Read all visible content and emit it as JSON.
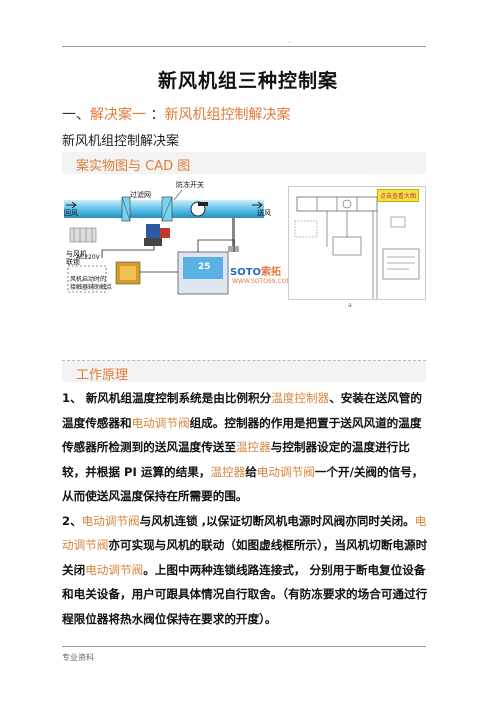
{
  "header": {
    "dot": "."
  },
  "title": "新风机组三种控制案",
  "section1": {
    "prefix": "一、",
    "accent": "解决案一",
    "sep": " ：",
    "rest": "新风机组控制解决案"
  },
  "subheading": "新风机组控制解决案",
  "bar1": "案实物图与 CAD 图",
  "figure": {
    "labels": {
      "filter": "过滤网",
      "antifreeze": "防冻开关",
      "return_air": "回风",
      "supply_air": "送风",
      "fan_link": "与风机联锁",
      "ac220": "AC220V",
      "fan_start": "风机启动时的",
      "contactor": "接触器辅助触点",
      "brand_cn": "索拓",
      "brand_en": "SOTO",
      "brand_url": "WWW.SOTO99.COM",
      "thermo_temp": "25",
      "zoom": "点击查看大图"
    },
    "note": "a"
  },
  "bar2": "工作原理",
  "paragraphs": [
    [
      {
        "t": "1、 新风机组温度控制系统是由比例积分"
      },
      {
        "t": "温度控制器",
        "hl": true
      },
      {
        "t": "、安装在送风管的温度传感器和"
      },
      {
        "t": "电动调节阀",
        "hl": true
      },
      {
        "t": "组成。控制器的作用是把置于送风风道的温度传感器所检测到的送风温度传送至"
      },
      {
        "t": "温控器",
        "hl": true
      },
      {
        "t": "与控制器设定的温度进行比较，并根据 PI 运算的结果，"
      },
      {
        "t": "温控器",
        "hl": true
      },
      {
        "t": "给"
      },
      {
        "t": "电动调节阀",
        "hl": true
      },
      {
        "t": "一个开/关阀的信号，从而使送风温度保持在所需要的围。"
      }
    ],
    [
      {
        "t": "2、"
      },
      {
        "t": "电动调节阀",
        "hl": true
      },
      {
        "t": "与风机连锁 ,以保证切断风机电源时风阀亦同时关闭。"
      },
      {
        "t": "电动调节阀",
        "hl": true
      },
      {
        "t": "亦可实现与风机的联动（如图虚线框所示），当风机切断电源时关闭"
      },
      {
        "t": "电动调节阀",
        "hl": true
      },
      {
        "t": "。上图中两种连锁线路连接式， 分别用于断电复位设备和电关设备，用户可跟具体情况自行取舍。（有防冻要求的场合可通过行程限位器将热水阀位保持在要求的开度）。"
      }
    ]
  ],
  "footer": "专业资料"
}
